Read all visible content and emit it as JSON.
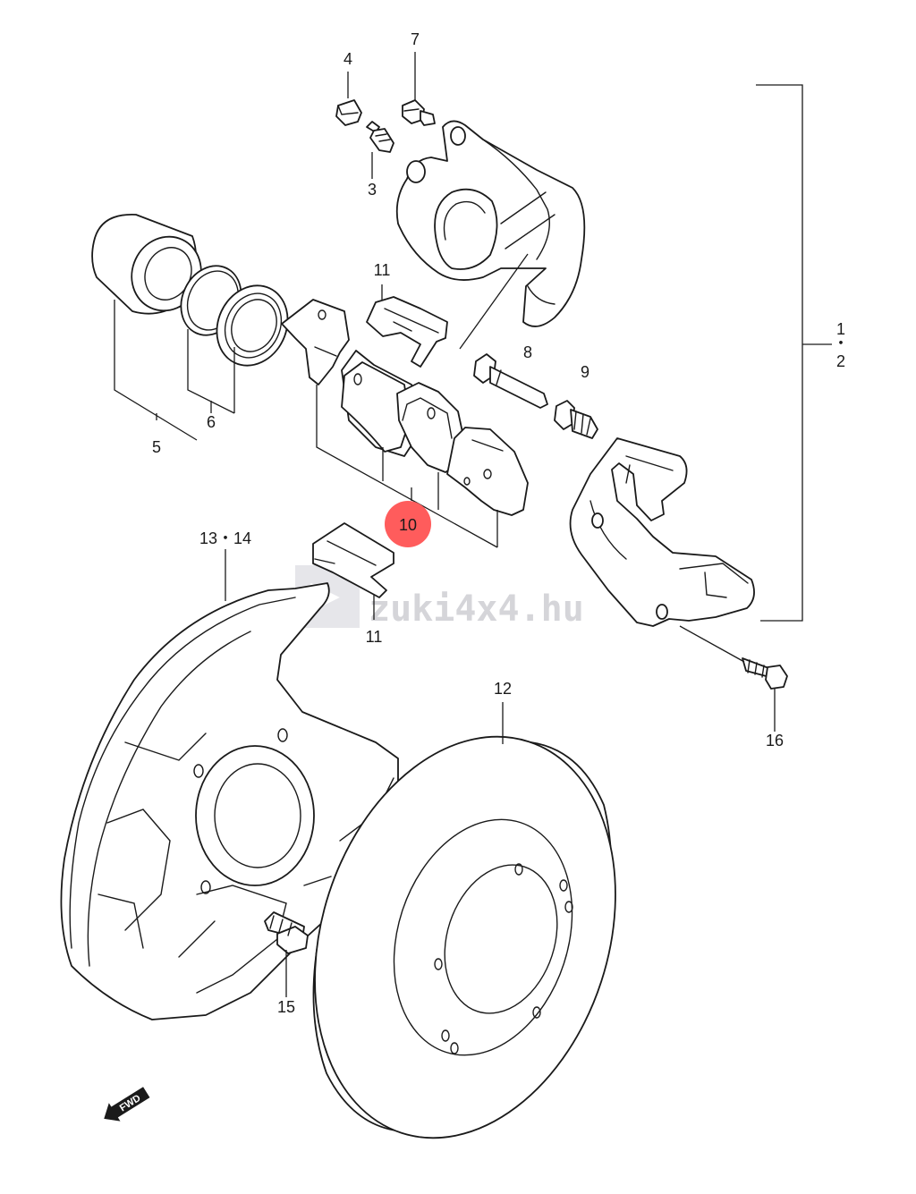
{
  "watermark": {
    "text": "zuki4x4.hu",
    "color": "#d5d5d9"
  },
  "highlight": {
    "label": "10",
    "color": "#ff5c5c"
  },
  "fwd": {
    "text": "FWD",
    "icon": "forward-arrow-icon"
  },
  "labels": {
    "p1": "1",
    "p2": "2",
    "p3": "3",
    "p4": "4",
    "p5": "5",
    "p6": "6",
    "p7": "7",
    "p8": "8",
    "p9": "9",
    "p10": "10",
    "p11a": "11",
    "p11b": "11",
    "p12": "12",
    "p13_14": "13・14",
    "p15": "15",
    "p16": "16"
  }
}
